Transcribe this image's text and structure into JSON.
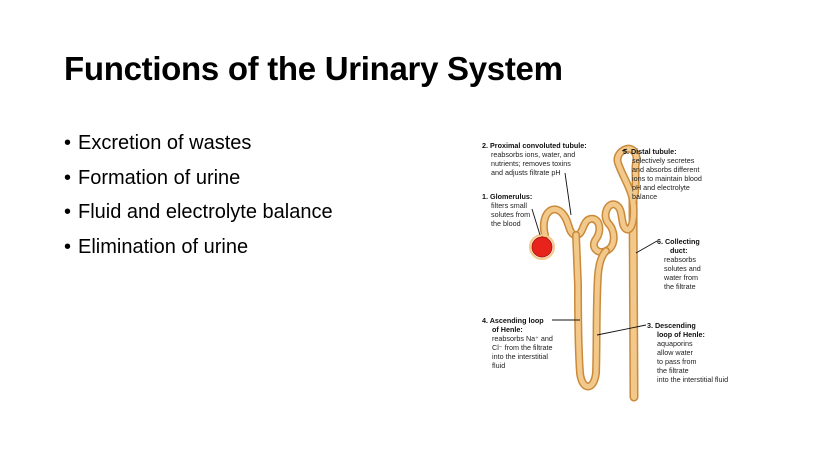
{
  "slide": {
    "title": "Functions of the Urinary System",
    "bullets": [
      "Excretion of wastes",
      "Formation of urine",
      "Fluid and electrolyte balance",
      "Elimination of urine"
    ],
    "bullet_char": "•"
  },
  "diagram": {
    "colors": {
      "tubule": "#f2c98a",
      "tubule_edge": "#c98a3c",
      "glomerulus": "#e8231b",
      "leader": "#111111"
    },
    "labels": {
      "proximal": {
        "heading": "2. Proximal convoluted tubule:",
        "lines": [
          "reabsorbs ions, water, and",
          "nutrients; removes toxins",
          "and adjusts filtrate pH"
        ]
      },
      "glomerulus": {
        "heading": "1. Glomerulus:",
        "lines": [
          "filters small",
          "solutes from",
          "the blood"
        ]
      },
      "ascending": {
        "heading": [
          "4. Ascending loop",
          "of Henle:"
        ],
        "lines": [
          "reabsorbs Na⁺ and",
          "Cl⁻ from the filtrate",
          "into the interstitial",
          "fluid"
        ]
      },
      "distal": {
        "heading": "5. Distal tubule:",
        "lines": [
          "selectively secretes",
          "and absorbs different",
          "ions to maintain blood",
          "pH and electrolyte",
          "balance"
        ]
      },
      "collecting": {
        "heading": [
          "6. Collecting",
          "duct:"
        ],
        "lines": [
          "reabsorbs",
          "solutes and",
          "water from",
          "the filtrate"
        ]
      },
      "descending": {
        "heading": [
          "3. Descending",
          "loop of Henle:"
        ],
        "lines": [
          "aquaporins",
          "allow water",
          "to pass from",
          "the filtrate",
          "into the interstitial fluid"
        ]
      }
    }
  }
}
